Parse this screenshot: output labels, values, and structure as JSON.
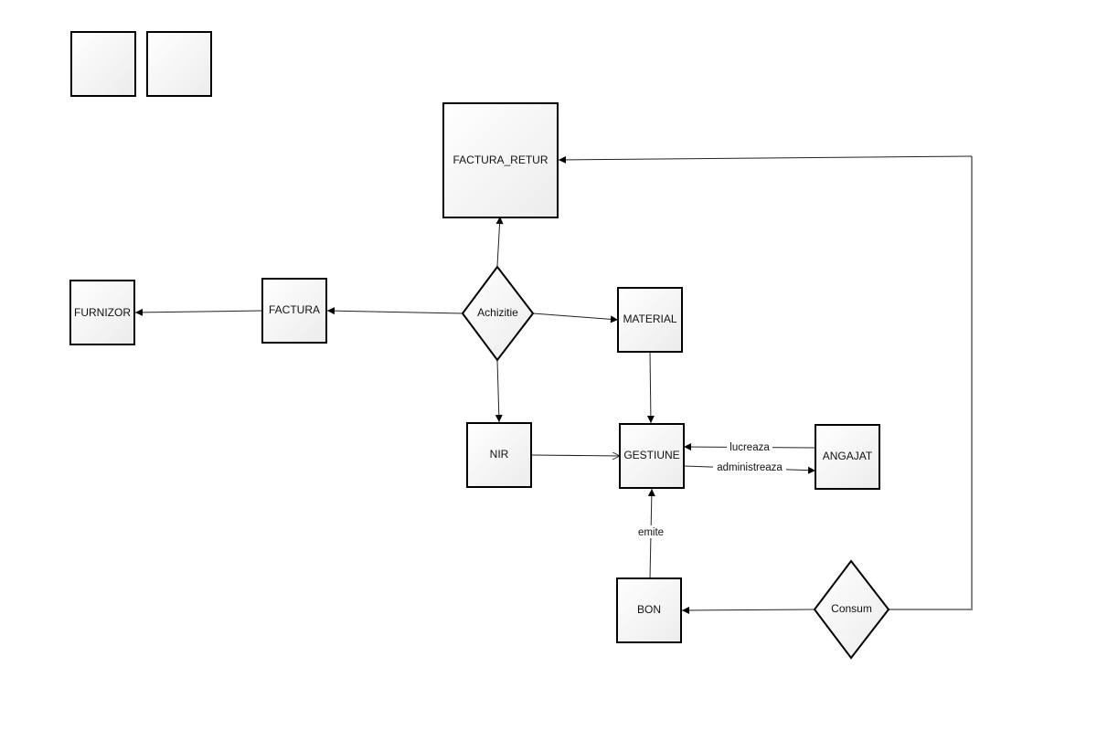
{
  "diagram": {
    "palette_shapes": [
      {
        "id": "palette-1"
      },
      {
        "id": "palette-2"
      }
    ],
    "entities": [
      {
        "id": "factura_retur",
        "label": "FACTURA_RETUR"
      },
      {
        "id": "furnizor",
        "label": "FURNIZOR"
      },
      {
        "id": "factura",
        "label": "FACTURA"
      },
      {
        "id": "material",
        "label": "MATERIAL"
      },
      {
        "id": "nir",
        "label": "NIR"
      },
      {
        "id": "gestiune",
        "label": "GESTIUNE"
      },
      {
        "id": "angajat",
        "label": "ANGAJAT"
      },
      {
        "id": "bon",
        "label": "BON"
      }
    ],
    "relationships": [
      {
        "id": "achizitie",
        "label": "Achizitie"
      },
      {
        "id": "consum",
        "label": "Consum"
      }
    ],
    "edges": [
      {
        "from": "achizitie",
        "to": "factura_retur",
        "label": ""
      },
      {
        "from": "achizitie",
        "to": "factura",
        "label": ""
      },
      {
        "from": "factura",
        "to": "furnizor",
        "label": ""
      },
      {
        "from": "achizitie",
        "to": "material",
        "label": ""
      },
      {
        "from": "achizitie",
        "to": "nir",
        "label": ""
      },
      {
        "from": "material",
        "to": "gestiune",
        "label": ""
      },
      {
        "from": "nir",
        "to": "gestiune",
        "label": ""
      },
      {
        "from": "angajat",
        "to": "gestiune",
        "label": "lucreaza"
      },
      {
        "from": "gestiune",
        "to": "angajat",
        "label": "administreaza"
      },
      {
        "from": "bon",
        "to": "gestiune",
        "label": "emite"
      },
      {
        "from": "consum",
        "to": "bon",
        "label": ""
      },
      {
        "from": "consum",
        "to": "factura_retur",
        "label": ""
      }
    ]
  }
}
